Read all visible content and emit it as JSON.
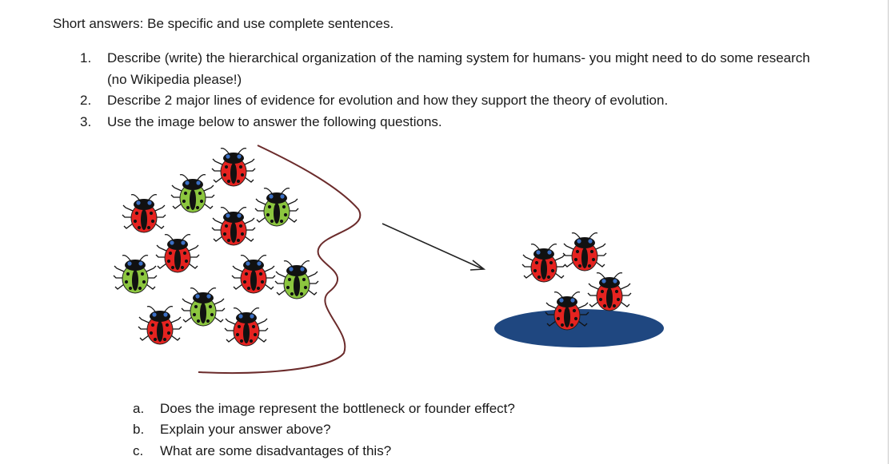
{
  "heading": "Short answers: Be specific and use complete sentences.",
  "questions": [
    {
      "num": "1.",
      "text": "Describe (write) the hierarchical organization of the naming system for humans- you might need to do some research (no Wikipedia please!)"
    },
    {
      "num": "2.",
      "text": "Describe 2 major lines of evidence for evolution and how they support the theory of evolution."
    },
    {
      "num": "3.",
      "text": "Use the image below to answer the following questions."
    }
  ],
  "sub_questions": [
    {
      "num": "a.",
      "text": "Does the image represent the bottleneck or founder effect?"
    },
    {
      "num": "b.",
      "text": "Explain your answer above?"
    },
    {
      "num": "c.",
      "text": "What are some disadvantages of this?"
    }
  ],
  "figure": {
    "colors": {
      "red_beetle": "#e52320",
      "green_beetle": "#8cc63f",
      "beetle_head": "#111111",
      "beetle_eye": "#3b6fc4",
      "boundary_line": "#6b2b2b",
      "arrow": "#222222",
      "island": "#1f4780"
    }
  }
}
